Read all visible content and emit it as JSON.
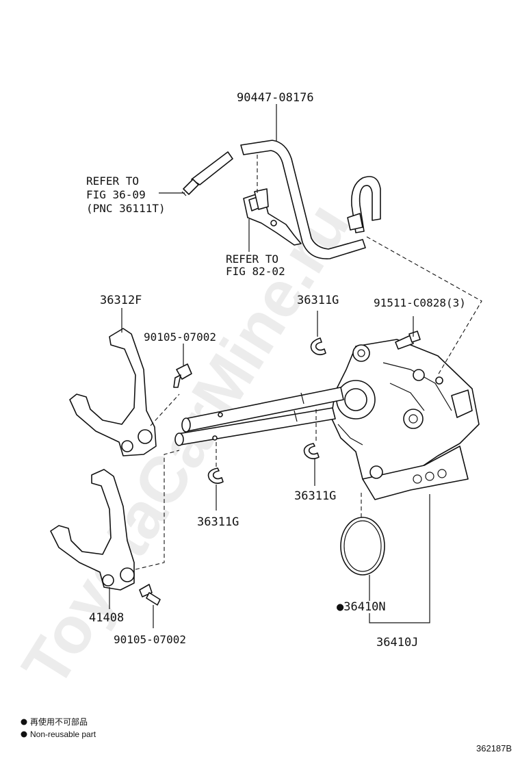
{
  "watermark": "ToyotaCarMine.ru",
  "labels": {
    "hose_clamp": "90447-08176",
    "refer_36_09": [
      "REFER TO",
      "FIG 36-09",
      "(PNC 36111T)"
    ],
    "refer_82_02": [
      "REFER TO",
      "FIG 82-02"
    ],
    "fork_upper": "36312F",
    "bolt_upper": "90105-07002",
    "ring_top": "36311G",
    "bolt_right": "91511-C0828(3)",
    "ring_left": "36311G",
    "ring_right": "36311G",
    "fork_lower": "41408",
    "bolt_lower": "90105-07002",
    "oring": "●36410N",
    "assembly": "36410J"
  },
  "legend": {
    "line1": "再使用不可部品",
    "line2": "Non-reusable part"
  },
  "figure_id": "362187B"
}
